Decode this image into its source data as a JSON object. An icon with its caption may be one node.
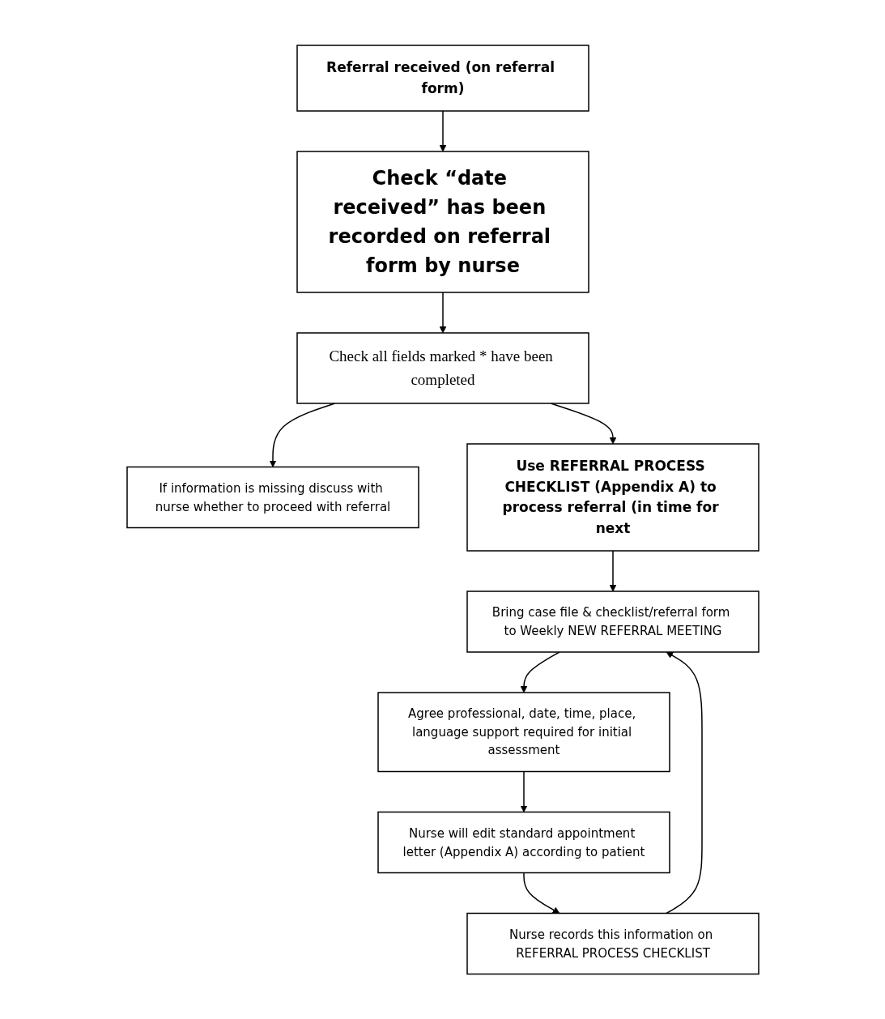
{
  "diagram": {
    "nodes": [
      {
        "text": [
          "Referral received (on referral form)"
        ]
      },
      {
        "text": [
          "Check “date received” has been recorded on referral form by nurse"
        ]
      },
      {
        "text": [
          "Check all fields marked * have been completed"
        ]
      },
      {
        "text": [
          "If information is missing discuss with nurse whether to proceed with referral"
        ]
      },
      {
        "text": [
          "Use REFERRAL PROCESS CHECKLIST (Appendix A) to process referral (in time for next"
        ]
      },
      {
        "text": [
          "Bring case file & checklist/referral form to Weekly NEW REFERRAL MEETING"
        ]
      },
      {
        "text": [
          "Agree professional, date, time, place, language support required for initial assessment"
        ]
      },
      {
        "text": [
          "Nurse will edit standard appointment letter (Appendix A) according to patient"
        ]
      },
      {
        "text": [
          "Nurse records this information on REFERRAL PROCESS CHECKLIST"
        ]
      }
    ],
    "edges": [
      {
        "from": 0,
        "to": 1,
        "arrow": "to"
      },
      {
        "from": 1,
        "to": 2,
        "arrow": "to"
      },
      {
        "from": 2,
        "to": 3,
        "arrow": "to"
      },
      {
        "from": 2,
        "to": 4,
        "arrow": "to"
      },
      {
        "from": 4,
        "to": 5,
        "arrow": "to"
      },
      {
        "from": 5,
        "to": 6,
        "arrow": "to"
      },
      {
        "from": 6,
        "to": 7,
        "arrow": "to"
      },
      {
        "from": 7,
        "to": 8,
        "arrow": "to"
      },
      {
        "from": 8,
        "to": 5,
        "arrow": "to"
      }
    ]
  }
}
